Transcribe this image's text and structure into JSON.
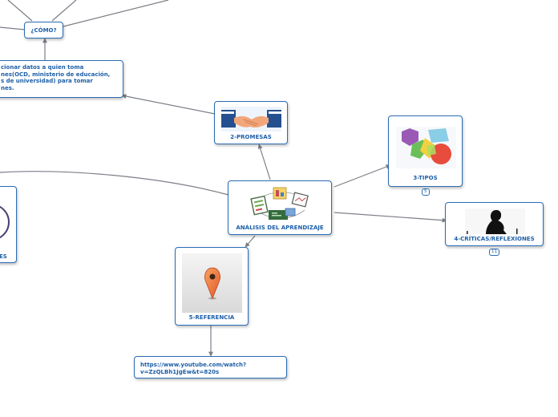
{
  "nodes": {
    "como": {
      "label": "¿CÓMO?"
    },
    "datos": {
      "lines": [
        "cionar datos a quien toma",
        "nes(OCD, ministerio de educación,",
        "s de universidad) para tomar",
        "nes."
      ]
    },
    "promesas": {
      "label": "2-PROMESAS"
    },
    "central": {
      "label": "ANÁLISIS DEL APRENDIZAJE"
    },
    "tipos": {
      "label": "3-TIPOS",
      "count": "5"
    },
    "criticas": {
      "label": "4-CRÍTICAS/REFLEXIONES",
      "count": "11"
    },
    "referencia": {
      "label": "5-REFERENCIA"
    },
    "url": {
      "lines": [
        "https://www.youtube.com/watch?",
        "v=ZzQLBh1JgEw&t=820s"
      ]
    },
    "left_partial": {
      "label": "ES"
    }
  },
  "colors": {
    "border": "#2a6cb5",
    "text": "#1d5fa8",
    "connector": "#7a7f86"
  },
  "icons": [
    "handshake-image",
    "learning-analytics-image",
    "shapes-image",
    "thinker-silhouette-image",
    "map-pin-image"
  ]
}
